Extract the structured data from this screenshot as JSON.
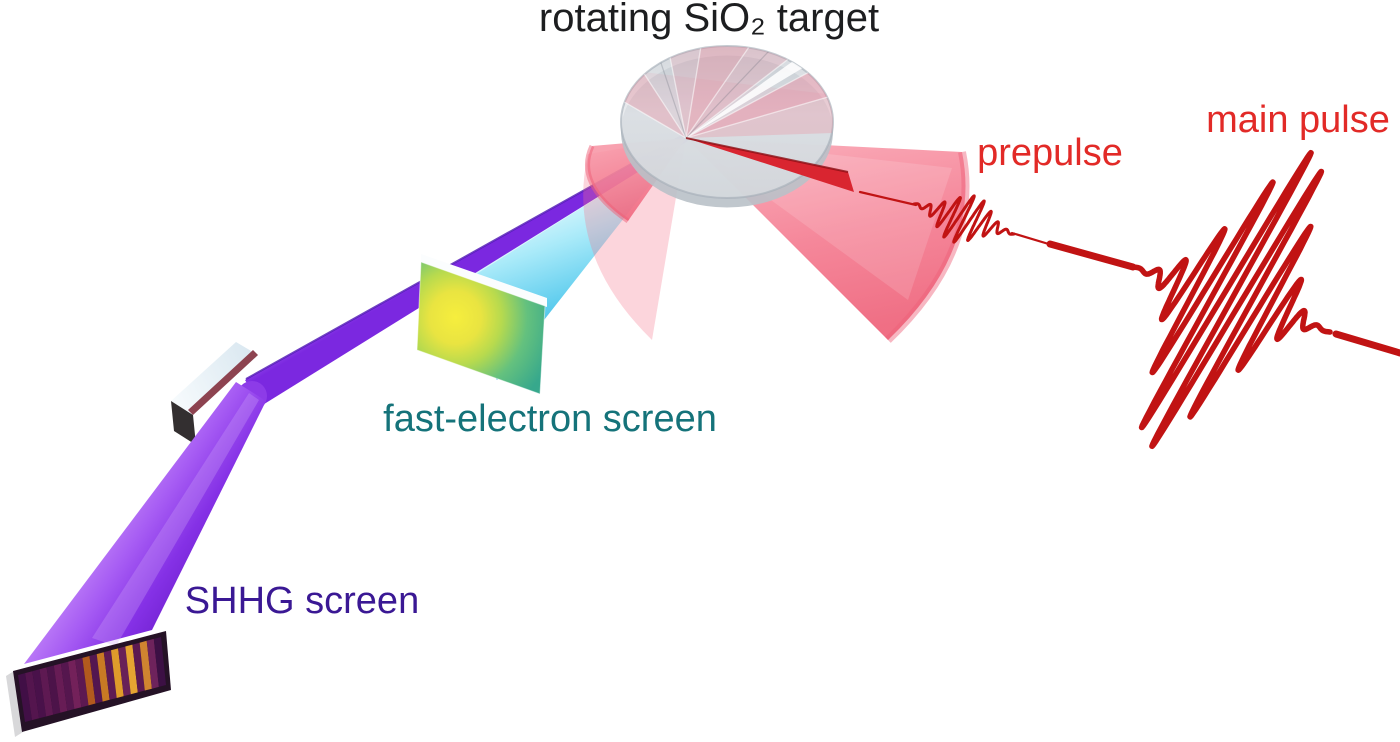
{
  "figure": {
    "type": "laser-plasma-experiment-schematic",
    "title": "rotating SiO₂ target",
    "labels": {
      "prepulse": "prepulse",
      "main_pulse": "main pulse",
      "fast_electron_screen": "fast-electron screen",
      "shhg_screen": "SHHG screen"
    },
    "colors": {
      "background": "#ffffff",
      "title_text": "#1d1e20",
      "pulse_label": "#e22a27",
      "waveform": "#c11313",
      "laser_cone": "#f4758b",
      "laser_cone_light": "#f99fae",
      "laser_cone_deep": "#ee5f77",
      "focused_beam": "#d92530",
      "electron_cone": "#5fcdee",
      "shhg_beam": "#8c38ea",
      "fast_electron_label": "#15737a",
      "shhg_label": "#3a1894",
      "target_disk": "#dfe3e8",
      "target_rim": "#b9c1c8",
      "mirror_face": "#f2f8fb",
      "mirror_side": "#332f30"
    },
    "fast_electron_screen_gradient": [
      "#f6ee3d",
      "#e9e441",
      "#b7da4e",
      "#64c17e",
      "#37a88c"
    ],
    "shhg_stripe_colors": [
      "#410f46",
      "#54154e",
      "#49114a",
      "#5e1952",
      "#4c1349",
      "#671c55",
      "#55164e",
      "#73215a",
      "#5d1951",
      "#b25a1e",
      "#531650",
      "#c87a24",
      "#5e1b53",
      "#df9b2b",
      "#682158",
      "#e5a432",
      "#5c1951",
      "#d08430",
      "#6e235c",
      "#3c1044"
    ]
  }
}
